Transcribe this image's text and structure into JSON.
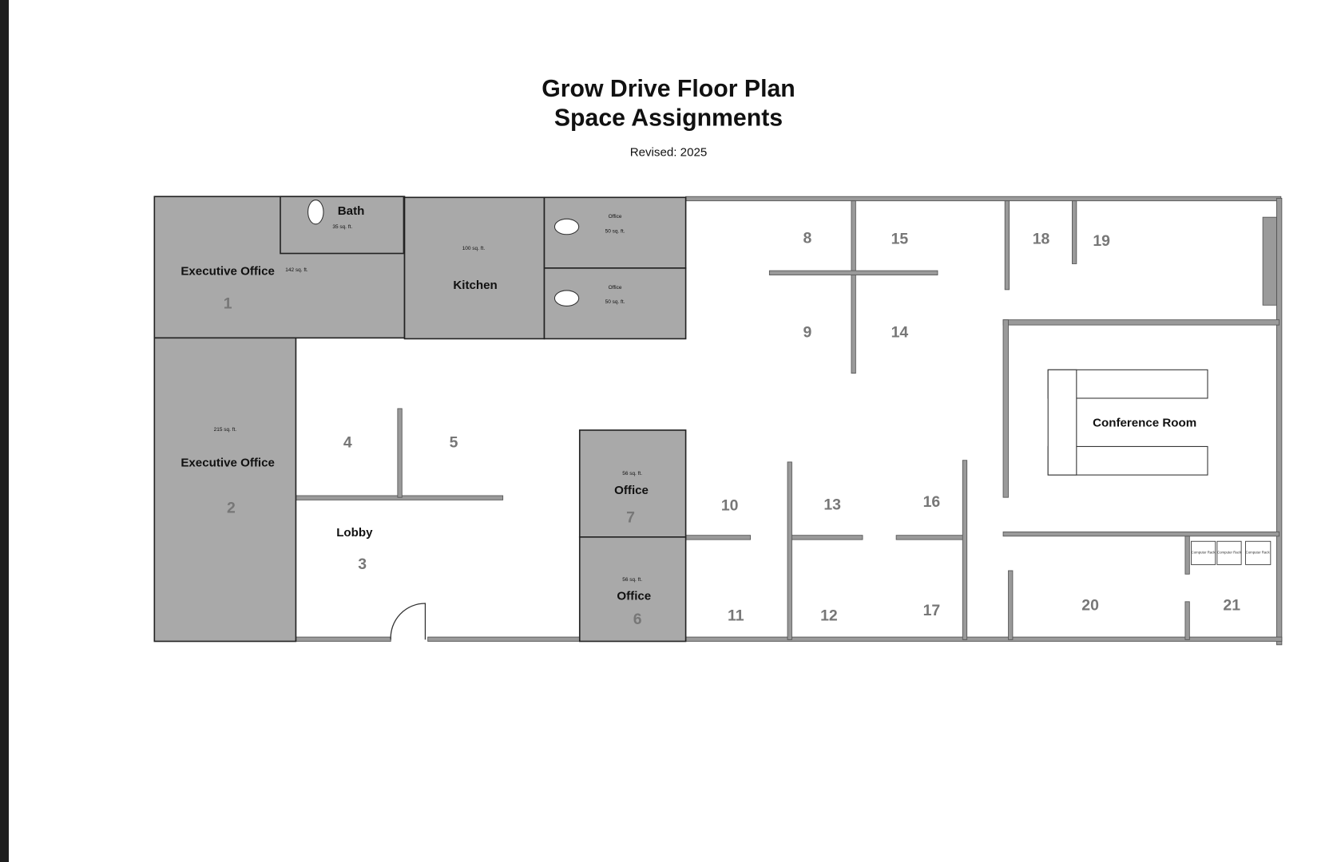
{
  "title_line1": "Grow Drive Floor Plan",
  "title_line2": "Space Assignments",
  "revised": "Revised: 2025",
  "rooms": {
    "exec1": {
      "label": "Executive Office",
      "area": "142 sq. ft.",
      "number": "1"
    },
    "bath": {
      "label": "Bath",
      "area": "35 sq. ft."
    },
    "kitchen": {
      "label": "Kitchen",
      "area": "100 sq. ft."
    },
    "office_a": {
      "label": "Office",
      "area": "50 sq. ft."
    },
    "office_b": {
      "label": "Office",
      "area": "50 sq. ft."
    },
    "exec2": {
      "label": "Executive Office",
      "area": "215 sq. ft.",
      "number": "2"
    },
    "lobby": {
      "label": "Lobby",
      "number": "3"
    },
    "office7": {
      "label": "Office",
      "area": "56 sq. ft.",
      "number": "7"
    },
    "office6": {
      "label": "Office",
      "area": "56 sq. ft.",
      "number": "6"
    },
    "conference": {
      "label": "Conference Room"
    }
  },
  "workspace_numbers": [
    "4",
    "5",
    "8",
    "9",
    "10",
    "11",
    "12",
    "13",
    "14",
    "15",
    "16",
    "17",
    "18",
    "19",
    "20",
    "21"
  ],
  "racks": [
    "Computer Rack",
    "Computer Rack",
    "Computer Rack"
  ]
}
